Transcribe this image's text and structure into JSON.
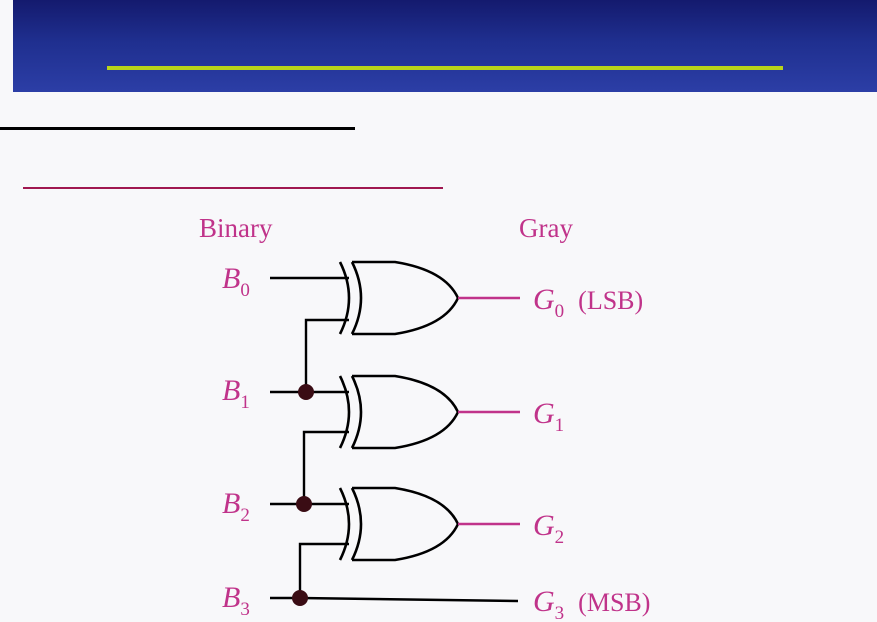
{
  "columns": {
    "left": "Binary",
    "right": "Gray"
  },
  "inputs": [
    {
      "letter": "B",
      "sub": "0"
    },
    {
      "letter": "B",
      "sub": "1"
    },
    {
      "letter": "B",
      "sub": "2"
    },
    {
      "letter": "B",
      "sub": "3"
    }
  ],
  "outputs": [
    {
      "letter": "G",
      "sub": "0",
      "note": "(LSB)"
    },
    {
      "letter": "G",
      "sub": "1",
      "note": ""
    },
    {
      "letter": "G",
      "sub": "2",
      "note": ""
    },
    {
      "letter": "G",
      "sub": "3",
      "note": "(MSB)"
    }
  ],
  "colors": {
    "header_top": "#141a6e",
    "header_bottom": "#2c3ea6",
    "header_rule": "#b9d41a",
    "label": "#c0338a",
    "junction": "#3a0c14"
  }
}
